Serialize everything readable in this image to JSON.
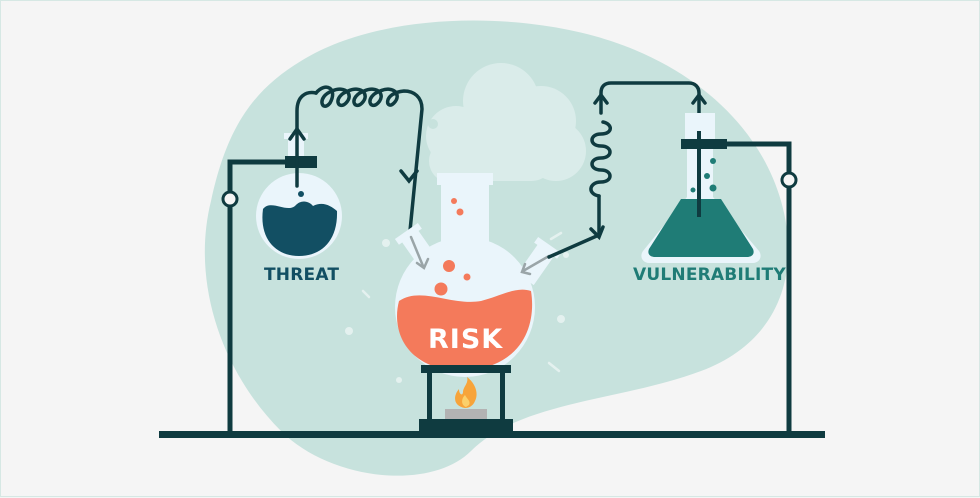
{
  "illustration": {
    "title": "Risk equation lab illustration",
    "labels": {
      "threat": "THREAT",
      "risk": "RISK",
      "vulnerability": "VULNERABILITY"
    },
    "colors": {
      "background": "#f5f5f5",
      "blob": "#c7e2dd",
      "steam": "#daecea",
      "glass": "#eaf5fb",
      "outline": "#0f3b40",
      "threat_liquid": "#124f63",
      "risk_liquid": "#f47a5b",
      "vulnerability_liquid": "#1f7c76",
      "burner": "#b3b3b3",
      "flame": "#f7a43a"
    }
  }
}
